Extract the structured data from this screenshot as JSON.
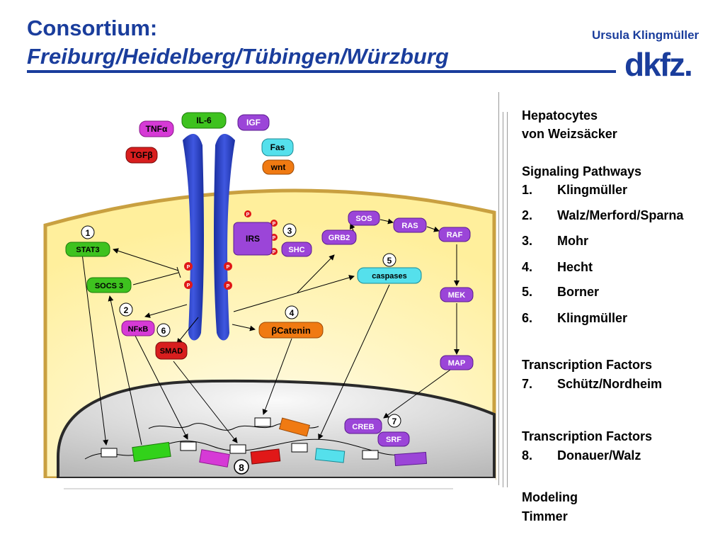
{
  "header": {
    "title_line1": "Consortium:",
    "title_line2": "Freiburg/Heidelberg/Tübingen/Würzburg",
    "author": "Ursula Klingmüller",
    "logo": "dkfz."
  },
  "diagram": {
    "ligands": {
      "il6": "IL-6",
      "tnf": "TNFα",
      "igf": "IGF",
      "tgf": "TGFβ",
      "fas": "Fas",
      "wnt": "wnt"
    },
    "nodes": {
      "stat3": "STAT3",
      "socs3": "SOCS 3",
      "nfkb": "NFκB",
      "smad": "SMAD",
      "irs": "IRS",
      "shc": "SHC",
      "grb2": "GRB2",
      "sos": "SOS",
      "ras": "RAS",
      "raf": "RAF",
      "mek": "MEK",
      "map": "MAP",
      "caspases": "caspases",
      "bcatenin": "βCatenin",
      "creb": "CREB",
      "srf": "SRF"
    },
    "phospho": "P",
    "markers": [
      "1",
      "2",
      "3",
      "4",
      "5",
      "6",
      "7",
      "8"
    ]
  },
  "right_panel": {
    "hepatocytes": [
      "Hepatocytes",
      "von Weizsäcker"
    ],
    "signaling_heading": "Signaling Pathways",
    "signaling_items": [
      {
        "num": "1.",
        "name": "Klingmüller"
      },
      {
        "num": "2.",
        "name": "Walz/Merford/Sparna"
      },
      {
        "num": "3.",
        "name": "Mohr"
      },
      {
        "num": "4.",
        "name": "Hecht"
      },
      {
        "num": "5.",
        "name": "Borner"
      },
      {
        "num": "6.",
        "name": "Klingmüller"
      }
    ],
    "tf1_heading": "Transcription Factors",
    "tf1_item": {
      "num": "7.",
      "name": "Schütz/Nordheim"
    },
    "tf2_heading": "Transcription Factors",
    "tf2_item": {
      "num": "8.",
      "name": "Donauer/Walz"
    },
    "modeling": [
      "Modeling",
      "Timmer"
    ]
  }
}
